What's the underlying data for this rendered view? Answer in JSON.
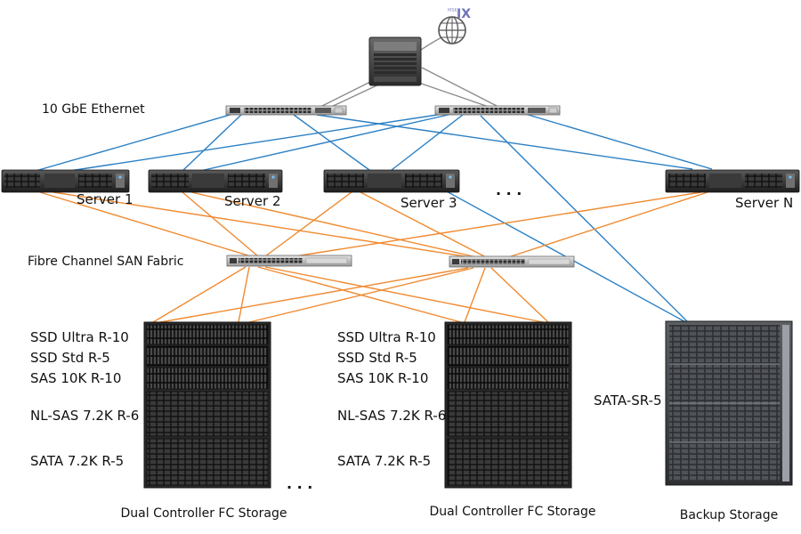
{
  "network": {
    "ethernet_label": "10 GbE Ethernet",
    "san_label": "Fibre Channel SAN Fabric",
    "ix_logo_text": "IX",
    "ix_logo_small": "MSK"
  },
  "servers": [
    {
      "label": "Server 1"
    },
    {
      "label": "Server 2"
    },
    {
      "label": "Server 3"
    },
    {
      "label": "Server N"
    }
  ],
  "servers_ellipsis": ". . .",
  "storage": {
    "tiers": [
      {
        "label": "SSD Ultra R-10"
      },
      {
        "label": "SSD Std R-5"
      },
      {
        "label": "SAS 10K R-10"
      },
      {
        "label": "NL-SAS 7.2K R-6"
      },
      {
        "label": "SATA 7.2K R-5"
      }
    ],
    "arrays": [
      {
        "caption": "Dual Controller FC Storage"
      },
      {
        "caption": "Dual Controller FC Storage"
      }
    ],
    "arrays_ellipsis": ". . .",
    "backup_tier": "SATA-SR-5",
    "backup_caption": "Backup Storage"
  },
  "colors": {
    "ethernet_links": "#2a7fc4",
    "fc_links": "#f08a30",
    "uplinks": "#8a8a8a"
  }
}
